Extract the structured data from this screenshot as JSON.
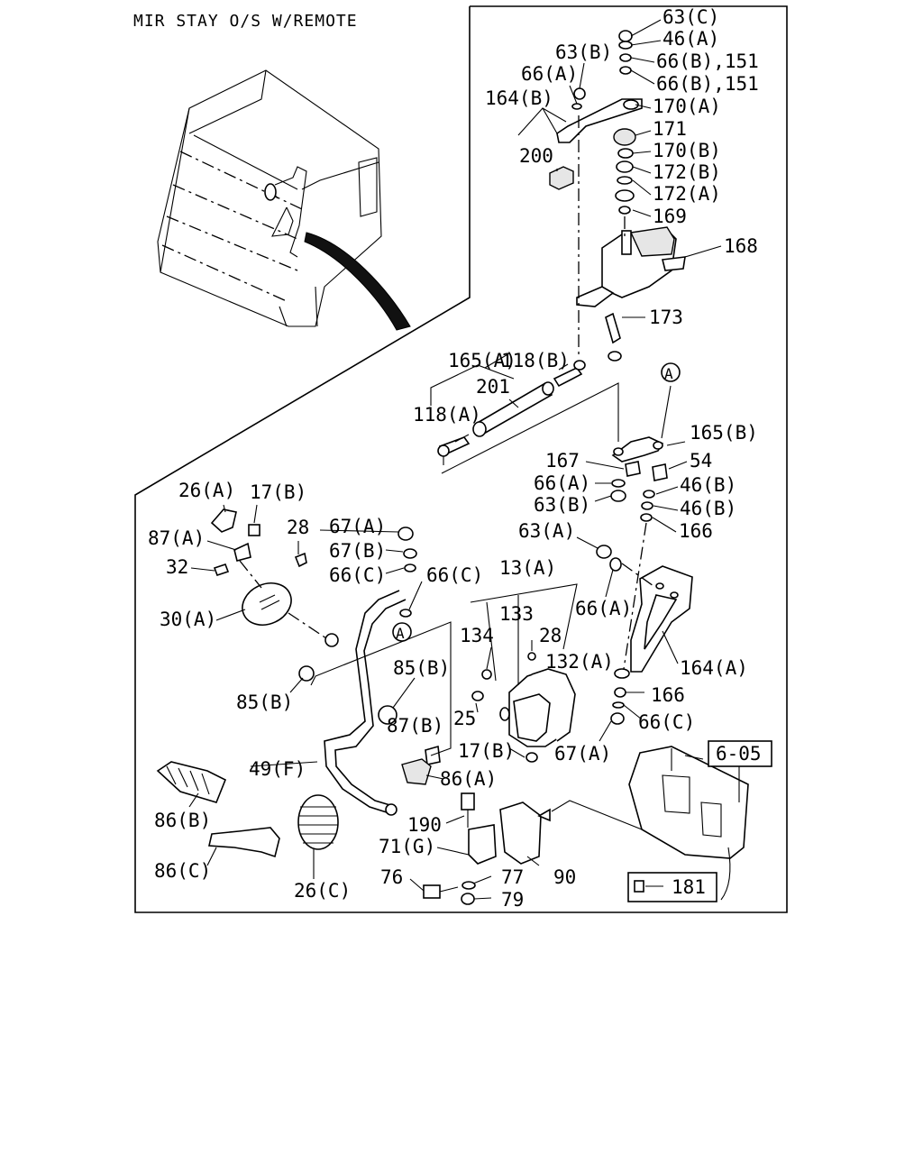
{
  "title": "MIR STAY O/S W/REMOTE",
  "labels": {
    "l63C": "63(C)",
    "l46A": "46(A)",
    "l63B_top": "63(B)",
    "l66A_top": "66(A)",
    "l66B151_1": "66(B),151",
    "l66B151_2": "66(B),151",
    "l164B": "164(B)",
    "l170A": "170(A)",
    "l171": "171",
    "l170B": "170(B)",
    "l200": "200",
    "l172B": "172(B)",
    "l172A": "172(A)",
    "l169": "169",
    "l168": "168",
    "l173": "173",
    "l165A": "165(A)",
    "l118B": "118(B)",
    "l201": "201",
    "l118A": "118(A)",
    "l165B": "165(B)",
    "l167": "167",
    "l54": "54",
    "l66A_mid": "66(A)",
    "l46B_1": "46(B)",
    "l63B_mid": "63(B)",
    "l46B_2": "46(B)",
    "l166_top": "166",
    "l63A": "63(A)",
    "l26A": "26(A)",
    "l17B_top": "17(B)",
    "l28_left": "28",
    "l87A": "87(A)",
    "l32": "32",
    "l67A_top": "67(A)",
    "l67B": "67(B)",
    "l66C_1": "66(C)",
    "l66C_2": "66(C)",
    "l13A": "13(A)",
    "l66A_low": "66(A)",
    "l30A": "30(A)",
    "l134": "134",
    "l133": "133",
    "l28_mid": "28",
    "l132A": "132(A)",
    "l164A": "164(A)",
    "l85B_right": "85(B)",
    "l85B_left": "85(B)",
    "l166_low": "166",
    "l66C_low": "66(C)",
    "l25": "25",
    "l87B": "87(B)",
    "l17B_low": "17(B)",
    "l67A_low": "67(A)",
    "l49F": "49(F)",
    "l86A": "86(A)",
    "l605": "6-05",
    "l86B": "86(B)",
    "l190": "190",
    "l71G": "71(G)",
    "l90": "90",
    "l86C": "86(C)",
    "l76": "76",
    "l77": "77",
    "l79": "79",
    "l26C": "26(C)",
    "l181": "181",
    "circleA_1": "A",
    "circleA_2": "A"
  }
}
